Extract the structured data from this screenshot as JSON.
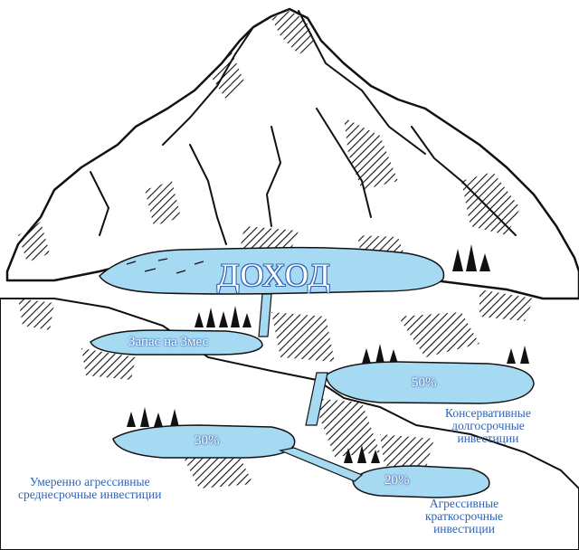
{
  "title": "ДОХОД",
  "lakes": {
    "reserve": "Запас на 3мес",
    "pct50": "50%",
    "pct30": "30%",
    "pct20": "20%"
  },
  "descriptions": {
    "conservative": [
      "Консервативные",
      "долгосрочные",
      "инвестиции"
    ],
    "moderate": [
      "Умеренно агрессивные",
      "среднесрочные инвестиции"
    ],
    "aggressive": [
      "Агрессивные",
      "краткосрочные",
      "инвестиции"
    ]
  },
  "colors": {
    "water": "#a6d9f2",
    "text": "#2f63b5",
    "ink": "#111111"
  }
}
